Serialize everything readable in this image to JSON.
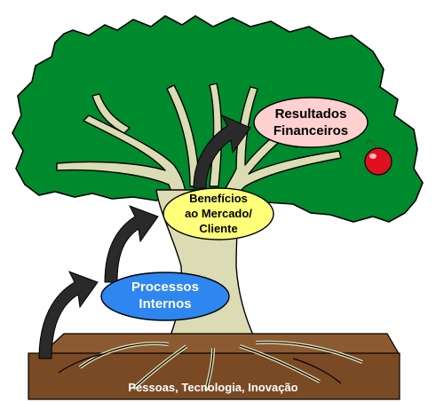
{
  "diagram": {
    "ground_label": "Pessoas, Tecnologia, Inovação",
    "nodes": {
      "processos": {
        "line1": "Processos",
        "line2": "Internos"
      },
      "beneficios": {
        "line1": "Benefícios",
        "line2": "ao Mercado/",
        "line3": "Cliente"
      },
      "resultados": {
        "line1": "Resultados",
        "line2": "Financeiros"
      }
    },
    "colors": {
      "canopy": "#008a2e",
      "trunk": "#dcdcb4",
      "ground": "#7a4a24",
      "ground_top": "#8c5a30",
      "processos_fill": "#2e86f0",
      "beneficios_fill": "#ffff7a",
      "resultados_fill": "#ffd0d0",
      "arrow": "#2a2a2a",
      "apple": "#e01020"
    }
  }
}
